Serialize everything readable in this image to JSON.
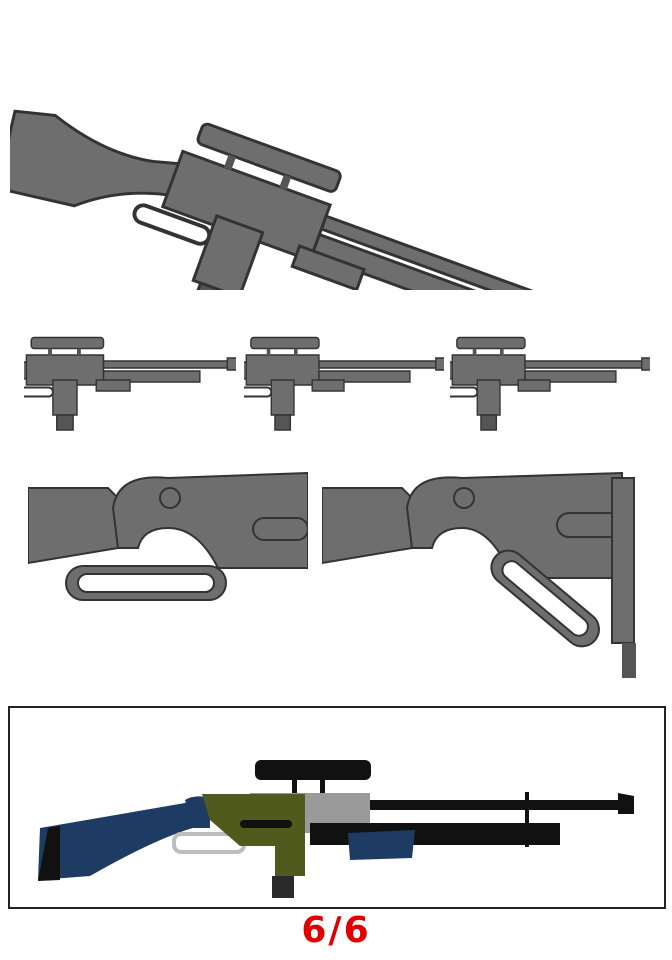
{
  "page_label": "6/6",
  "colors": {
    "label": "#e00000",
    "render_gray": "#6e6e6e",
    "outline": "#3a3a3a",
    "stock_blue": "#1e3b63",
    "receiver_green": "#4f5a1c",
    "upper_gray": "#9a9a9a",
    "barrel_black": "#111111",
    "lever_silver": "#bdbdbd"
  },
  "panels": [
    {
      "name": "isometric-view"
    },
    {
      "name": "side-view-1"
    },
    {
      "name": "side-view-2"
    },
    {
      "name": "side-view-3"
    },
    {
      "name": "lever-closed-detail"
    },
    {
      "name": "lever-open-detail"
    },
    {
      "name": "colored-side-view"
    }
  ]
}
